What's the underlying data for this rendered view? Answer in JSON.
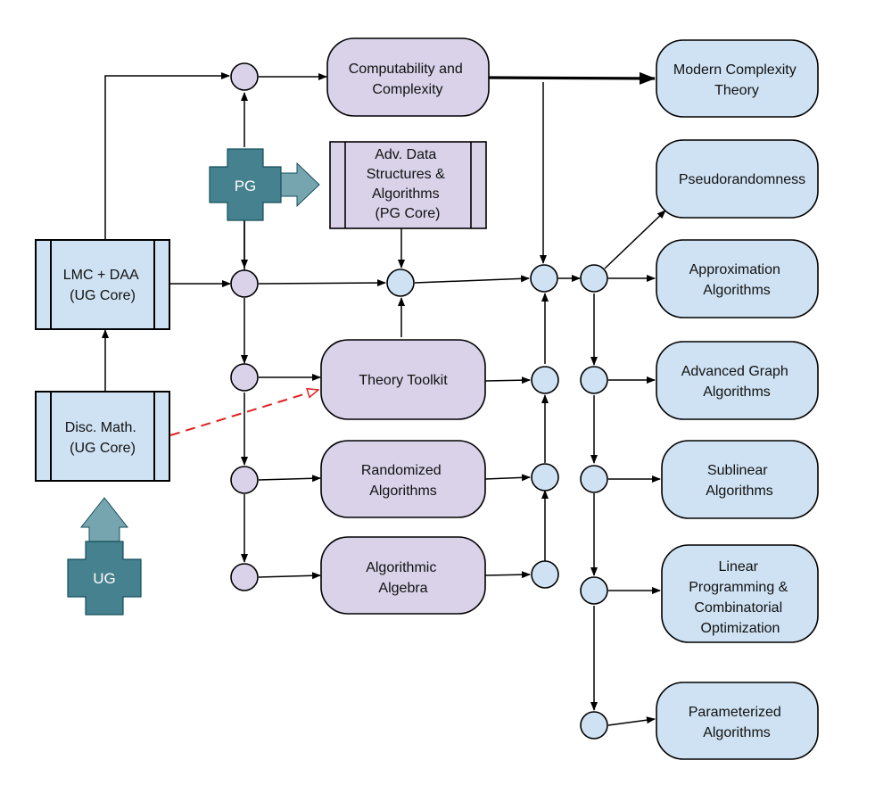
{
  "diagram": {
    "colors": {
      "ug_core": "#cfe2f3",
      "pg_course": "#d9d2e9",
      "advanced_course": "#cfe2f3",
      "badge": "#45818e",
      "badge_arrow": "#76a5af",
      "dashed_edge": "#e02020"
    },
    "nodes": {
      "lmc_daa": {
        "lines": [
          "LMC + DAA",
          "(UG Core)"
        ]
      },
      "disc_math": {
        "lines": [
          "Disc. Math.",
          "(UG Core)"
        ]
      },
      "ug_badge": {
        "label": "UG"
      },
      "pg_badge": {
        "label": "PG"
      },
      "computability": {
        "lines": [
          "Computability and",
          "Complexity"
        ]
      },
      "adv_ds": {
        "lines": [
          "Adv. Data",
          "Structures &",
          "Algorithms",
          "(PG Core)"
        ]
      },
      "theory_toolkit": {
        "lines": [
          "Theory Toolkit"
        ]
      },
      "randomized": {
        "lines": [
          "Randomized",
          "Algorithms"
        ]
      },
      "algebra": {
        "lines": [
          "Algorithmic",
          "Algebra"
        ]
      },
      "modern_complexity": {
        "lines": [
          "Modern Complexity",
          "Theory"
        ]
      },
      "pseudorandomness": {
        "lines": [
          "Pseudorandomness"
        ]
      },
      "approximation": {
        "lines": [
          "Approximation",
          "Algorithms"
        ]
      },
      "graph": {
        "lines": [
          "Advanced Graph",
          "Algorithms"
        ]
      },
      "sublinear": {
        "lines": [
          "Sublinear",
          "Algorithms"
        ]
      },
      "lp": {
        "lines": [
          "Linear",
          "Programming &",
          "Combinatorial",
          "Optimization"
        ]
      },
      "parameterized": {
        "lines": [
          "Parameterized",
          "Algorithms"
        ]
      }
    }
  }
}
